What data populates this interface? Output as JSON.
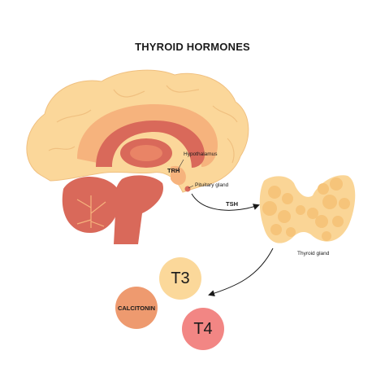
{
  "title": "THYROID HORMONES",
  "labels": {
    "hypothalamus": "Hypothalamus",
    "trh": "TRH",
    "pituitary": "Pituitary gland",
    "tsh": "TSH",
    "thyroid": "Thyroid gland"
  },
  "hormones": {
    "t3": "T3",
    "calcitonin": "CALCITONIN",
    "t4": "T4"
  },
  "colors": {
    "brain_outer": "#fbd79a",
    "brain_inner": "#f6b37d",
    "brainstem": "#d9695a",
    "cerebellum": "#d9695a",
    "thyroid": "#fad596",
    "t3": "#fbd89a",
    "calcitonin": "#ee9a6f",
    "t4": "#f28684"
  }
}
